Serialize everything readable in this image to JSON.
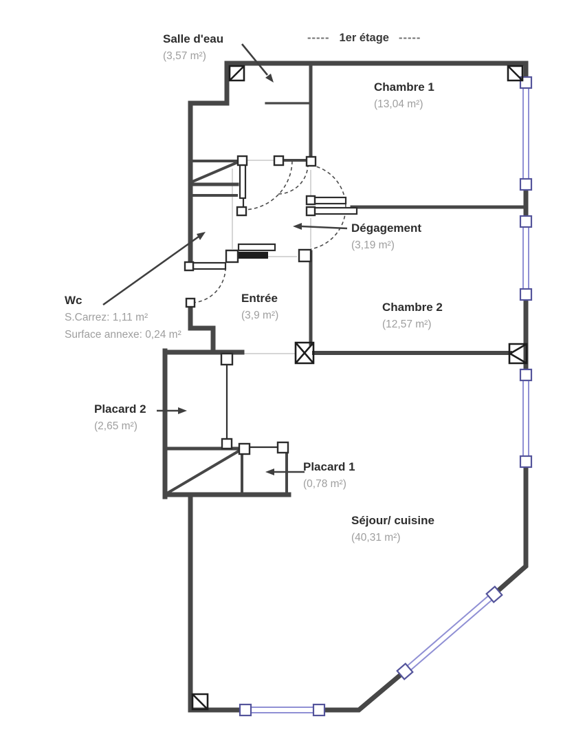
{
  "title": {
    "dash_left": "-----",
    "text": "1er étage",
    "dash_right": "-----"
  },
  "rooms": {
    "salle_deau": {
      "name": "Salle d'eau",
      "area": "(3,57 m²)"
    },
    "chambre1": {
      "name": "Chambre 1",
      "area": "(13,04 m²)"
    },
    "degagement": {
      "name": "Dégagement",
      "area": "(3,19 m²)"
    },
    "wc": {
      "name": "Wc",
      "carrez": "S.Carrez: 1,11 m²",
      "annexe": "Surface annexe: 0,24 m²"
    },
    "entree": {
      "name": "Entrée",
      "area": "(3,9 m²)"
    },
    "chambre2": {
      "name": "Chambre 2",
      "area": "(12,57 m²)"
    },
    "placard2": {
      "name": "Placard 2",
      "area": "(2,65 m²)"
    },
    "placard1": {
      "name": "Placard 1",
      "area": "(0,78 m²)"
    },
    "sejour_cuisine": {
      "name": "Séjour/ cuisine",
      "area": "(40,31 m²)"
    }
  },
  "colors": {
    "wall": "#474747",
    "window": "#8f8fd4",
    "window_border": "#54549b",
    "label": "#2d2d2d",
    "area_text": "#9e9e9e",
    "arrow": "#3f3f3f",
    "guide": "#c8c8c8",
    "bg": "#ffffff"
  }
}
